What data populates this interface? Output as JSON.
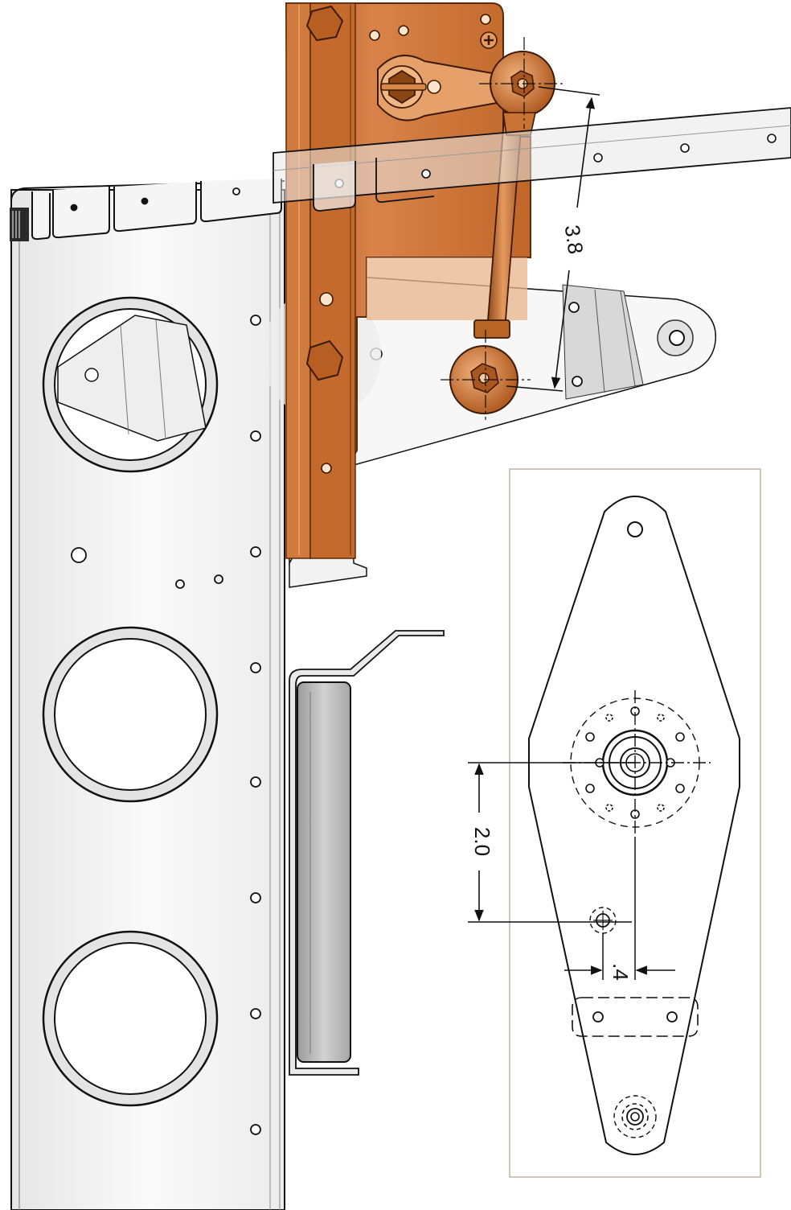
{
  "dimensions": {
    "pushrod_length": "3.8",
    "vertical_offset": "2.0",
    "horizontal_offset": ".4"
  },
  "colors": {
    "bracket": "#c96f30",
    "bracket_dark": "#8a4417",
    "bracket_light": "#e39a5f",
    "sheet_metal": "#f3f3f3",
    "outline": "#111111",
    "inset_border": "#bdb4a0"
  }
}
